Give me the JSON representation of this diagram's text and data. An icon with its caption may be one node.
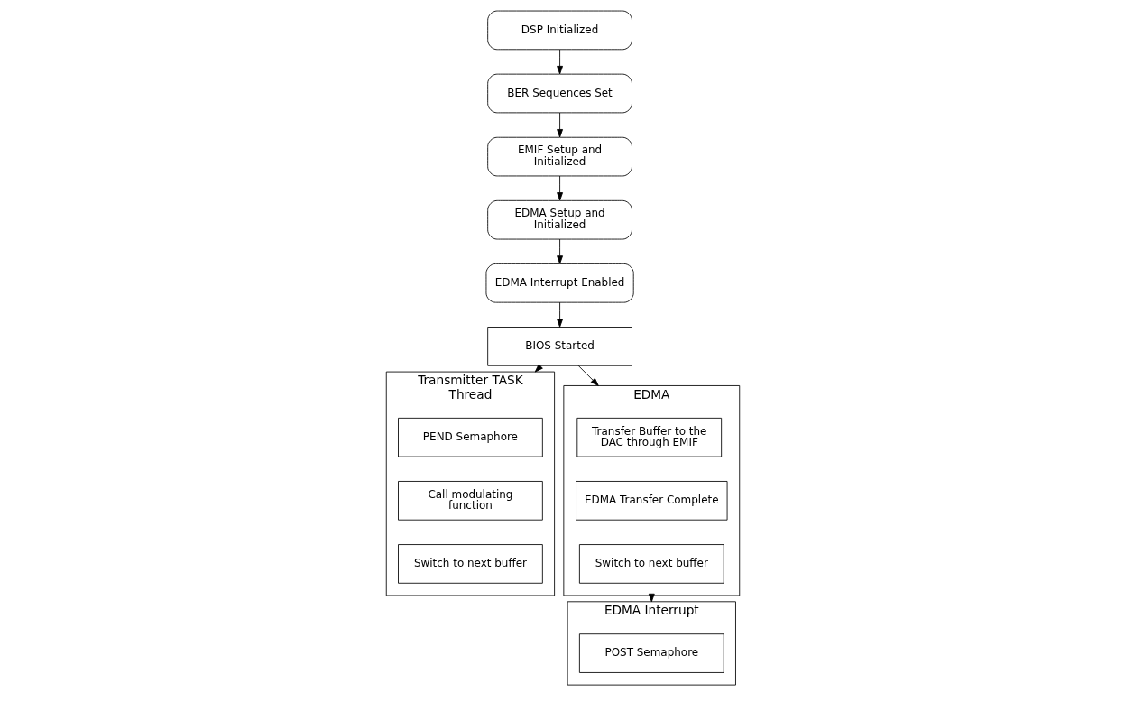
{
  "diagram": {
    "nodes": [
      {
        "text": [
          "DSP Initialized"
        ]
      },
      {
        "text": [
          "BER Sequences Set"
        ]
      },
      {
        "text": [
          "EMIF Setup and Initialized"
        ]
      },
      {
        "text": [
          "EDMA Setup and Initialized"
        ]
      },
      {
        "text": [
          "EDMA Interrupt Enabled"
        ]
      },
      {
        "text": [
          "BIOS Started"
        ]
      },
      {
        "text": [
          "Transmitter TASK Thread"
        ]
      },
      {
        "text": [
          "PEND Semaphore"
        ],
        "in": 6
      },
      {
        "text": [
          "Call modulating function"
        ],
        "in": 6
      },
      {
        "text": [
          "Switch to next buffer"
        ],
        "in": 6
      },
      {
        "text": [
          "EDMA"
        ]
      },
      {
        "text": [
          "Transfer Buffer to the DAC through EMIF"
        ],
        "in": 10
      },
      {
        "text": [
          "EDMA Transfer Complete"
        ],
        "in": 10
      },
      {
        "text": [
          "Switch to next buffer"
        ],
        "in": 10
      },
      {
        "text": [
          "EDMA Interrupt"
        ]
      },
      {
        "text": [
          "POST Semaphore"
        ],
        "in": 14
      }
    ],
    "edges": [
      {
        "from": 0,
        "to": 1,
        "arrow": "to"
      },
      {
        "from": 1,
        "to": 2,
        "arrow": "to"
      },
      {
        "from": 2,
        "to": 3,
        "arrow": "to"
      },
      {
        "from": 3,
        "to": 4,
        "arrow": "to"
      },
      {
        "from": 4,
        "to": 5,
        "arrow": "to"
      },
      {
        "from": 5,
        "to": 6,
        "arrow": "to"
      },
      {
        "from": 5,
        "to": 10,
        "arrow": "to"
      },
      {
        "from": 10,
        "to": 14,
        "arrow": "to"
      }
    ]
  }
}
